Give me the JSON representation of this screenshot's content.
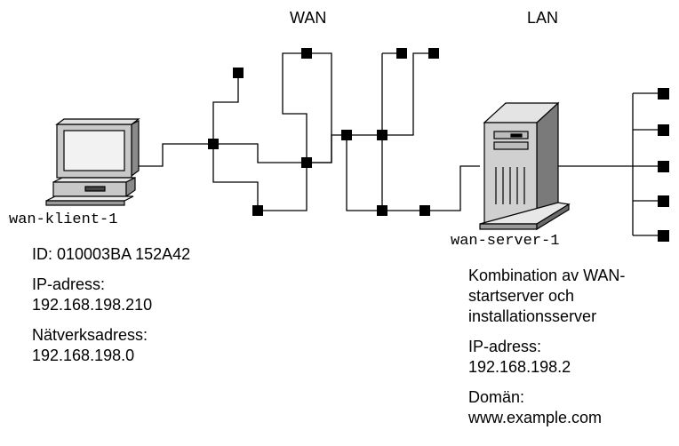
{
  "zones": {
    "wan": "WAN",
    "lan": "LAN"
  },
  "client": {
    "hostname": "wan-klient-1",
    "id_line": "ID: 010003BA 152A42",
    "ip_label": "IP-adress:",
    "ip_value": "192.168.198.210",
    "net_label": "Nätverksadress:",
    "net_value": "192.168.198.0"
  },
  "server": {
    "hostname": "wan-server-1",
    "desc_line1": "Kombination av WAN-",
    "desc_line2": "startserver och",
    "desc_line3": "installationsserver",
    "ip_label": "IP-adress:",
    "ip_value": "192.168.198.2",
    "domain_label": "Domän:",
    "domain_value": "www.example.com"
  }
}
